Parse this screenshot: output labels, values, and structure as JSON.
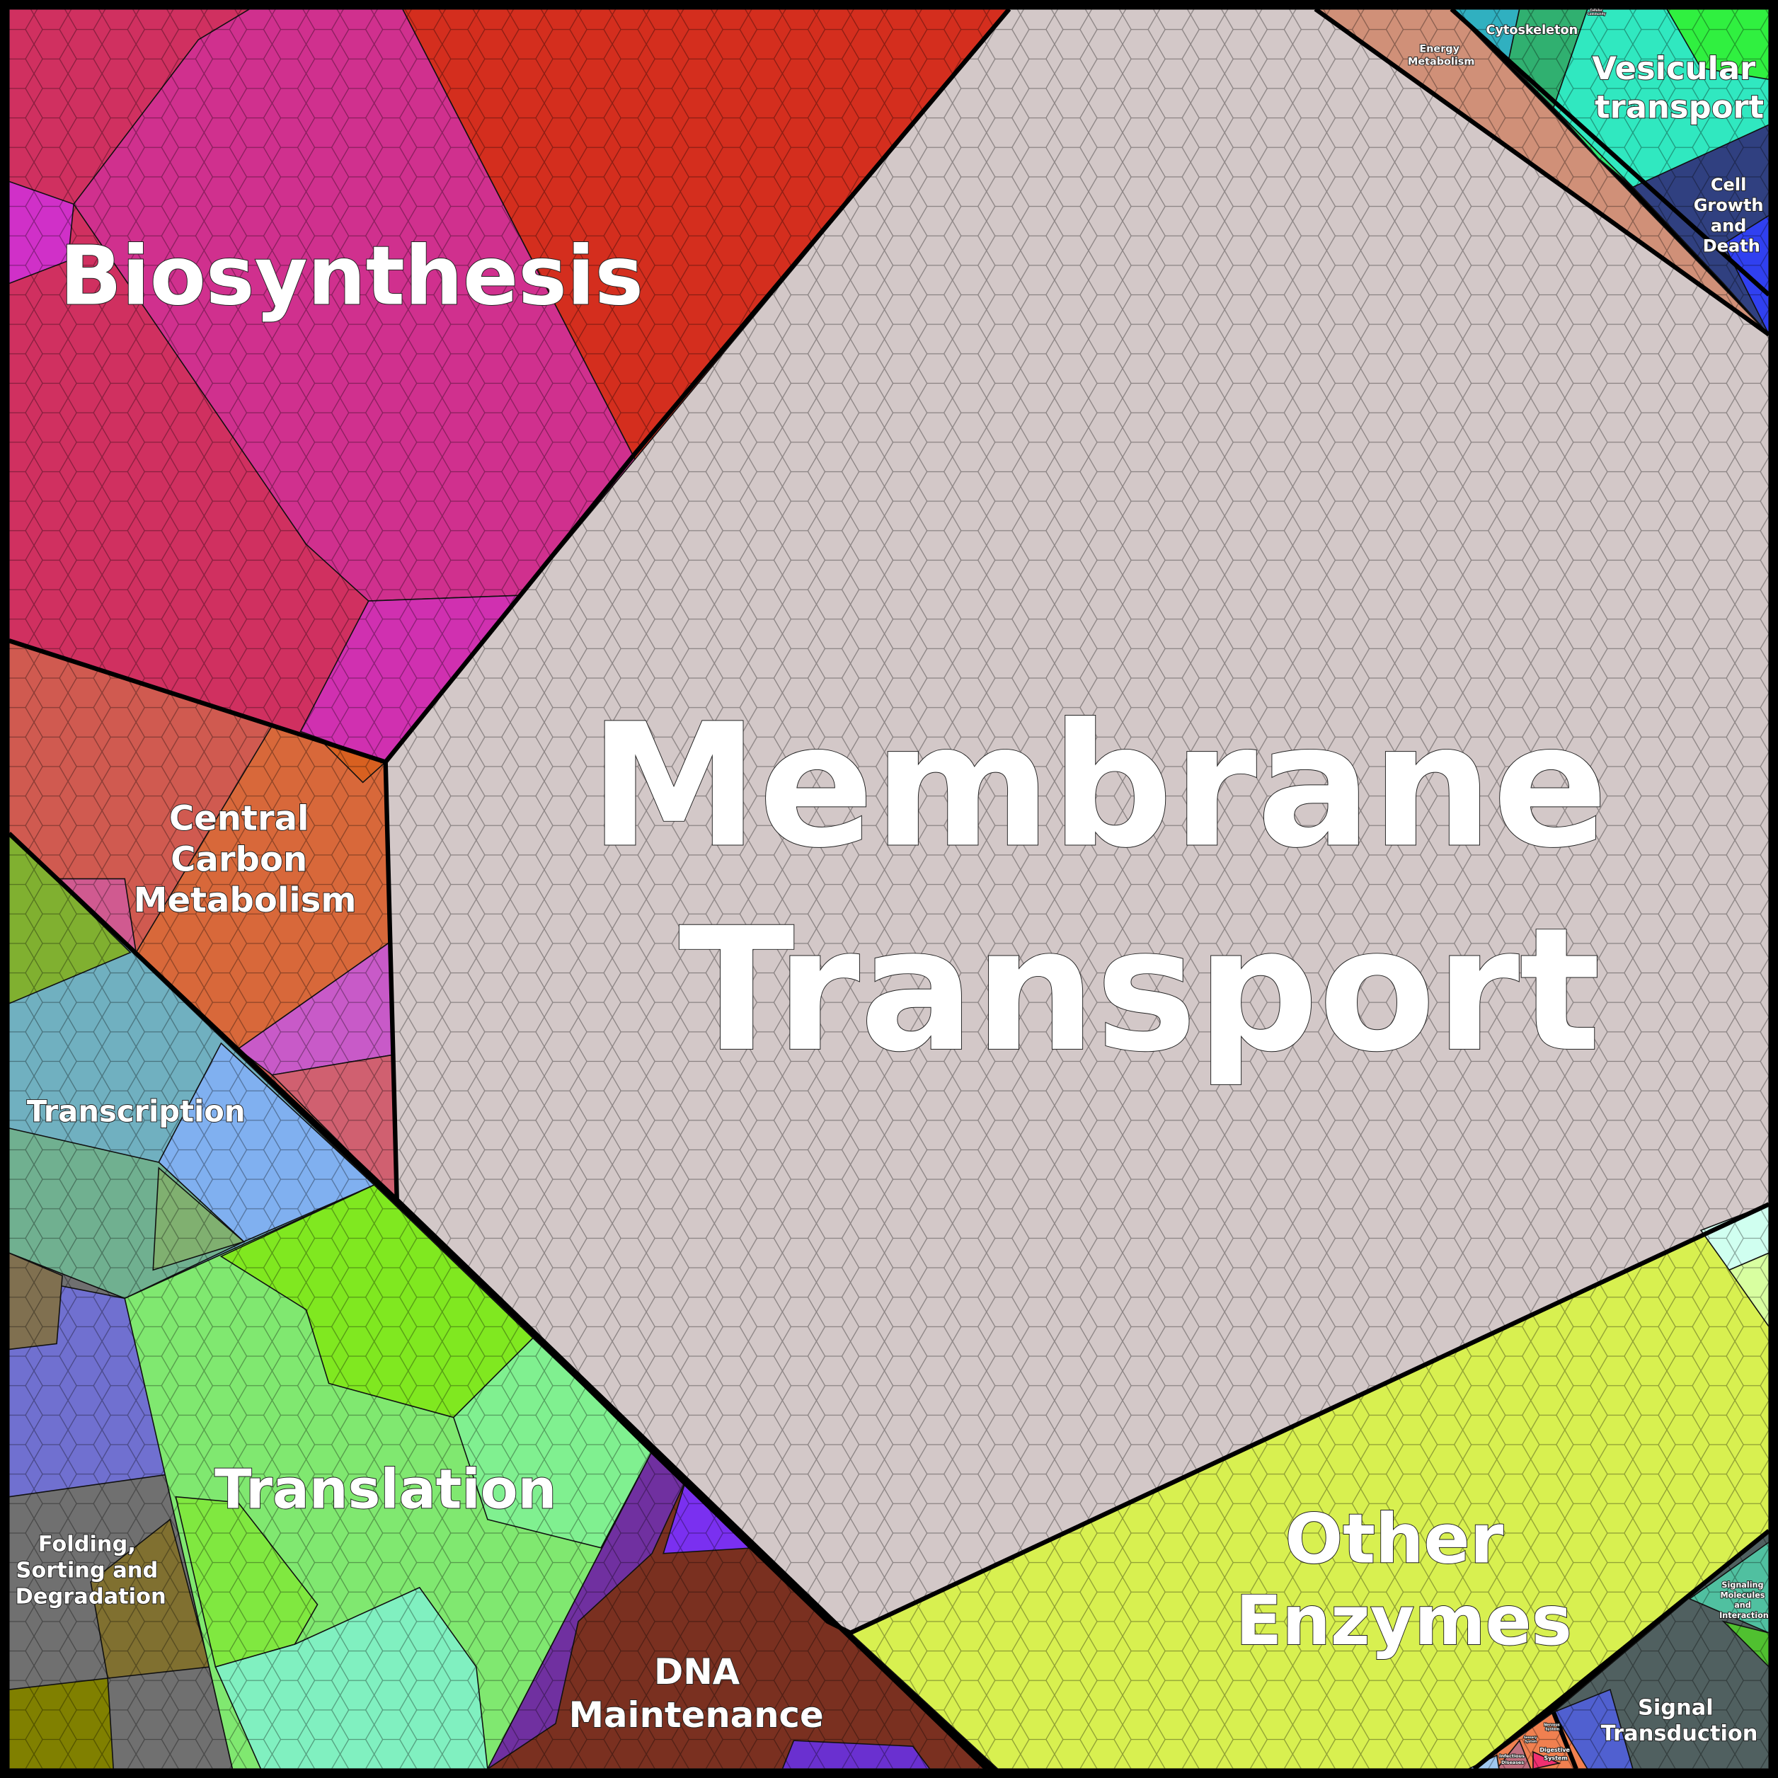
{
  "title": "Proteomap",
  "colors": {
    "membrane_transport": "#d3c8c8",
    "biosynthesis": "#d0308e",
    "central_carbon": "#d8683a",
    "transcription": "#70b0c0",
    "translation": "#80e870",
    "folding": "#707070",
    "dna_maintenance": "#7a3020",
    "other_enzymes": "#d8f050",
    "signal_transduction": "#506060",
    "vesicular_transport": "#30e8c0",
    "cell_growth": "#304080",
    "cytoskeleton": "#30b0c0",
    "energy_metabolism": "#d09078"
  },
  "labels": {
    "membrane_transport": [
      "Membrane",
      "Transport"
    ],
    "biosynthesis": "Biosynthesis",
    "central_carbon": [
      "Central",
      "Carbon",
      "Metabolism"
    ],
    "transcription": "Transcription",
    "translation": "Translation",
    "folding": [
      "Folding,",
      "Sorting and",
      "Degradation"
    ],
    "dna_maintenance": [
      "DNA",
      "Maintenance"
    ],
    "other_enzymes": [
      "Other",
      "Enzymes"
    ],
    "signal_transduction": [
      "Signal",
      "Transduction"
    ],
    "signaling_molecules": [
      "Signaling",
      "Molecules",
      "and",
      "Interaction"
    ],
    "vesicular_transport": [
      "Vesicular",
      "transport"
    ],
    "cell_growth": [
      "Cell",
      "Growth",
      "and",
      "Death"
    ],
    "cytoskeleton": "Cytoskeleton",
    "energy_metabolism": [
      "Energy",
      "Metabolism"
    ],
    "cellular_community": [
      "Cellular",
      "Community"
    ],
    "nervous_system": [
      "Nervous",
      "System"
    ],
    "sensory_system": [
      "Sensory",
      "System"
    ],
    "infectious_diseases": [
      "Infectious",
      "Diseases"
    ],
    "digestive_system": [
      "Digestive",
      "System"
    ]
  }
}
